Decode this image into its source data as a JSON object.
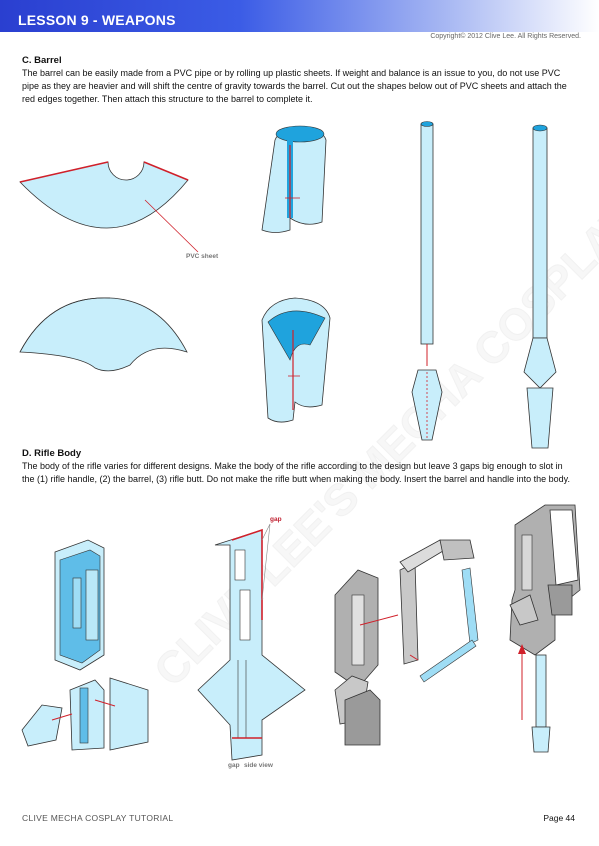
{
  "header": {
    "title": "LESSON 9 - WEAPONS",
    "copyright": "Copyright© 2012 Clive Lee. All Rights Reserved."
  },
  "section_c": {
    "title": "C. Barrel",
    "body": "The barrel can be easily made from a PVC pipe or by rolling up plastic sheets.  If weight and balance is an issue to you, do not use PVC pipe as they are heavier and will shift the centre of gravity towards the barrel.  Cut out the shapes below out of PVC sheets and attach the red edges together.  Then attach this structure to the barrel to complete it.",
    "label_pvc": "PVC sheet"
  },
  "section_d": {
    "title": "D. Rifle Body",
    "body": "The body of the rifle varies for different designs.  Make the body of the rifle according to the design but leave 3 gaps big enough to slot in the (1) rifle handle, (2) the barrel, (3) rifle butt. Do not make the rifle butt when making the body.   Insert the barrel and handle into the body.",
    "label_gap_top": "gap",
    "label_gap_bottom": "gap",
    "label_side_view": "side view"
  },
  "watermark": "CLIVE LEE'S MECHA COSPLAY TUTORIAL",
  "footer": {
    "left": "CLIVE MECHA COSPLAY TUTORIAL",
    "page": "Page 44"
  },
  "colors": {
    "header_blue": "#2a3fd0",
    "sheet_fill": "#c8eefb",
    "pipe_fill": "#1fa3dd",
    "edge_red": "#d0202a"
  }
}
